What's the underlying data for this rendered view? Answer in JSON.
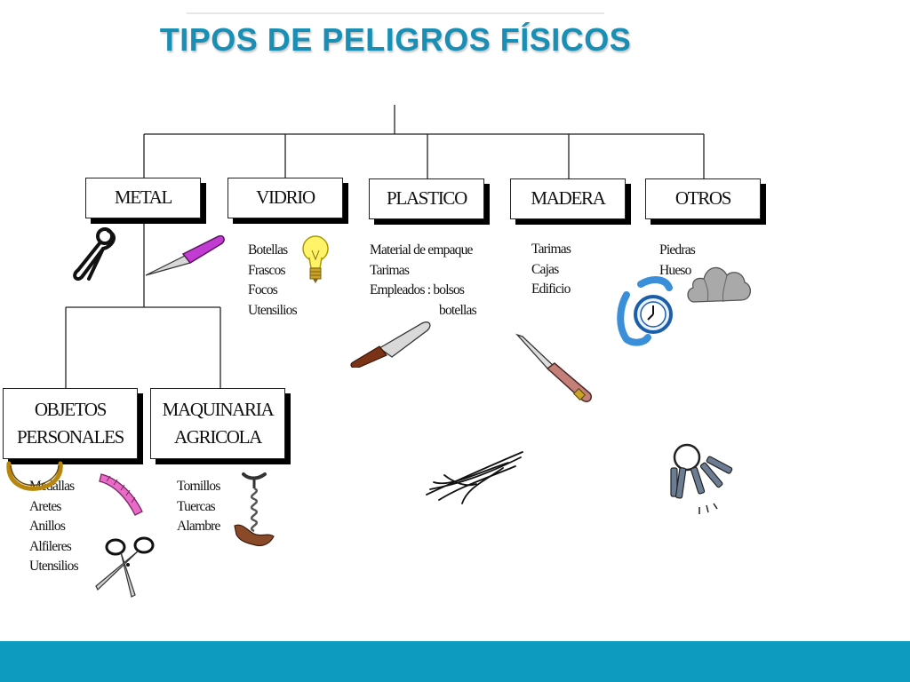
{
  "title": "TIPOS DE PELIGROS FÍSICOS",
  "categories": {
    "metal": "METAL",
    "vidrio": "VIDRIO",
    "plastico": "PLASTICO",
    "madera": "MADERA",
    "otros": "OTROS",
    "objetos_line1": "OBJETOS",
    "objetos_line2": "PERSONALES",
    "maquinaria_line1": "MAQUINARIA",
    "maquinaria_line2": "AGRICOLA"
  },
  "lists": {
    "vidrio": [
      "Botellas",
      "Frascos",
      "Focos",
      "Utensilios"
    ],
    "plastico": [
      "Material de empaque",
      "Tarimas",
      "Empleados : bolsos",
      "botellas"
    ],
    "madera": [
      "Tarimas",
      "Cajas",
      "Edificio"
    ],
    "otros": [
      "Piedras",
      "Hueso"
    ],
    "objetos": [
      "Medallas",
      "Aretes",
      "Anillos",
      "Alfileres",
      "Utensilios"
    ],
    "maquinaria": [
      "Tornillos",
      "Tuercas",
      "Alambre"
    ]
  },
  "icons": [
    "safety-pin-icon",
    "knife-icon",
    "lightbulb-icon",
    "machete-icon",
    "pocket-knife-icon",
    "stones-icon",
    "wristwatch-icon",
    "wire-strands-icon",
    "keys-icon",
    "ring-icon",
    "hair-comb-icon",
    "scissors-icon",
    "corkscrew-icon"
  ],
  "colors": {
    "title": "#1a8fb6",
    "footer": "#0d9bc0"
  }
}
